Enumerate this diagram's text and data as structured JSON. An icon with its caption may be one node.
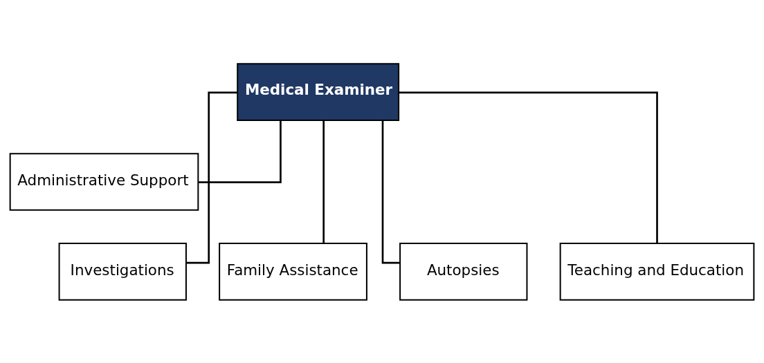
{
  "diagram": {
    "nodes": [
      {
        "text": [
          "Medical Examiner"
        ]
      },
      {
        "text": [
          "Administrative Support"
        ]
      },
      {
        "text": [
          "Investigations"
        ]
      },
      {
        "text": [
          "Family Assistance"
        ]
      },
      {
        "text": [
          "Autopsies"
        ]
      },
      {
        "text": [
          "Teaching and Education"
        ]
      }
    ],
    "edges": [
      {
        "from": 0,
        "to": 1,
        "arrow": "none"
      },
      {
        "from": 0,
        "to": 2,
        "arrow": "none"
      },
      {
        "from": 0,
        "to": 3,
        "arrow": "none"
      },
      {
        "from": 0,
        "to": 4,
        "arrow": "none"
      },
      {
        "from": 0,
        "to": 5,
        "arrow": "none"
      }
    ]
  }
}
